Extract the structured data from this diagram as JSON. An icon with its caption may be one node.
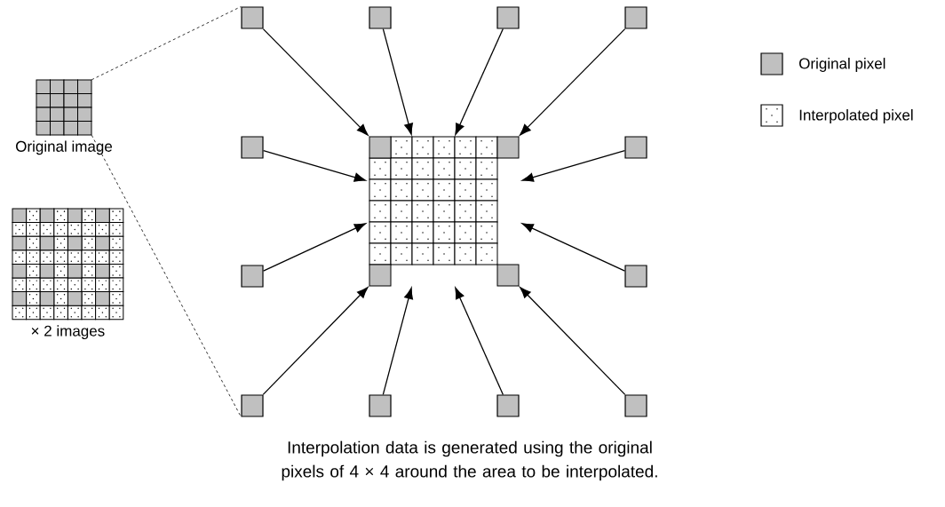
{
  "diagram": {
    "caption": "Interpolation data is generated using the original pixels of 4 × 4 around the area to be interpolated.",
    "nodes": [
      {
        "text": [
          "Original image"
        ]
      },
      {
        "text": [
          "× 2 images"
        ]
      },
      {
        "text": [],
        "shape": "box"
      },
      {
        "text": [],
        "shape": "box"
      },
      {
        "text": [],
        "shape": "box"
      },
      {
        "text": [],
        "shape": "box"
      },
      {
        "text": [],
        "shape": "box"
      },
      {
        "text": [],
        "shape": "picture"
      },
      {
        "text": [],
        "shape": "box"
      },
      {
        "text": [],
        "shape": "box"
      },
      {
        "text": [],
        "shape": "box"
      },
      {
        "text": [],
        "shape": "box"
      },
      {
        "text": [],
        "shape": "box"
      },
      {
        "text": [],
        "shape": "box"
      },
      {
        "text": [],
        "shape": "box"
      }
    ],
    "edges": [
      {
        "from": 0,
        "to": 2,
        "arrow": "none",
        "style": "dashed"
      },
      {
        "from": 0,
        "to": 11,
        "arrow": "none",
        "style": "dashed"
      },
      {
        "from": 2,
        "to": 7,
        "arrow": "to"
      },
      {
        "from": 3,
        "to": 7,
        "arrow": "to"
      },
      {
        "from": 4,
        "to": 7,
        "arrow": "to"
      },
      {
        "from": 5,
        "to": 7,
        "arrow": "to"
      },
      {
        "from": 6,
        "to": 7,
        "arrow": "to"
      },
      {
        "from": 8,
        "to": 7,
        "arrow": "to"
      },
      {
        "from": 9,
        "to": 7,
        "arrow": "to"
      },
      {
        "from": 10,
        "to": 7,
        "arrow": "to"
      },
      {
        "from": 11,
        "to": 7,
        "arrow": "to"
      },
      {
        "from": 12,
        "to": 7,
        "arrow": "to"
      },
      {
        "from": 13,
        "to": 7,
        "arrow": "to"
      },
      {
        "from": 14,
        "to": 7,
        "arrow": "to"
      }
    ],
    "legend": [
      {
        "text": "Original pixel",
        "color": "#c0c0c0"
      },
      {
        "text": "Interpolated pixel"
      }
    ]
  }
}
